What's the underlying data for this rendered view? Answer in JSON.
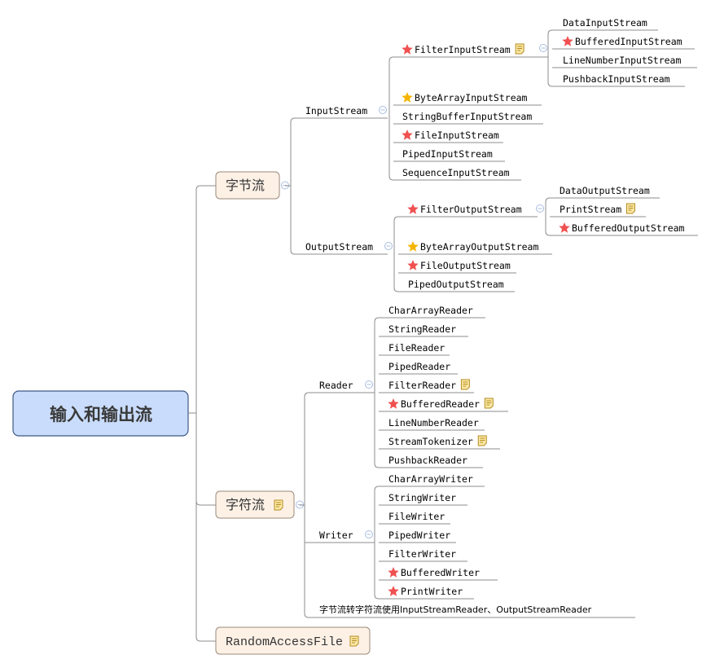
{
  "colors": {
    "root_fill": "#c9dcfb",
    "root_stroke": "#3f5a85",
    "main_fill": "#fdf1e6",
    "main_stroke": "#9a8a7a",
    "line": "#8c8c8c",
    "star_red": "#f05050",
    "star_orange": "#f5b400",
    "note": "#e6b83a",
    "collapse": "#a8bde0"
  },
  "root": {
    "label": "输入和输出流"
  },
  "branches": [
    {
      "label": "字节流",
      "note": false,
      "children": [
        {
          "label": "InputStream",
          "children": [
            {
              "label": "FilterInputStream",
              "marker": "star-red",
              "note": true,
              "children": [
                {
                  "label": "DataInputStream"
                },
                {
                  "label": "BufferedInputStream",
                  "marker": "star-red"
                },
                {
                  "label": "LineNumberInputStream"
                },
                {
                  "label": "PushbackInputStream"
                }
              ]
            },
            {
              "label": "ByteArrayInputStream",
              "marker": "star-orange"
            },
            {
              "label": "StringBufferInputStream"
            },
            {
              "label": "FileInputStream",
              "marker": "star-red"
            },
            {
              "label": "PipedInputStream"
            },
            {
              "label": "SequenceInputStream"
            }
          ]
        },
        {
          "label": "OutputStream",
          "children": [
            {
              "label": "FilterOutputStream",
              "marker": "star-red",
              "children": [
                {
                  "label": "DataOutputStream"
                },
                {
                  "label": "PrintStream",
                  "note": true
                },
                {
                  "label": "BufferedOutputStream",
                  "marker": "star-red"
                }
              ]
            },
            {
              "label": "ByteArrayOutputStream",
              "marker": "star-orange"
            },
            {
              "label": "FileOutputStream",
              "marker": "star-red"
            },
            {
              "label": "PipedOutputStream"
            }
          ]
        }
      ]
    },
    {
      "label": "字符流",
      "note": true,
      "children": [
        {
          "label": "Reader",
          "children": [
            {
              "label": "CharArrayReader"
            },
            {
              "label": "StringReader"
            },
            {
              "label": "FileReader"
            },
            {
              "label": "PipedReader"
            },
            {
              "label": "FilterReader",
              "note": true
            },
            {
              "label": "BufferedReader",
              "marker": "star-red",
              "note": true
            },
            {
              "label": "LineNumberReader"
            },
            {
              "label": "StreamTokenizer",
              "note": true
            },
            {
              "label": "PushbackReader"
            }
          ]
        },
        {
          "label": "Writer",
          "children": [
            {
              "label": "CharArrayWriter"
            },
            {
              "label": "StringWriter"
            },
            {
              "label": "FileWriter"
            },
            {
              "label": "PipedWriter"
            },
            {
              "label": "FilterWriter"
            },
            {
              "label": "BufferedWriter",
              "marker": "star-red"
            },
            {
              "label": "PrintWriter",
              "marker": "star-red"
            }
          ]
        },
        {
          "label": "字节流转字符流使用InputStreamReader、OutputStreamReader"
        }
      ]
    },
    {
      "label": "RandomAccessFile",
      "note": true,
      "children": []
    }
  ]
}
